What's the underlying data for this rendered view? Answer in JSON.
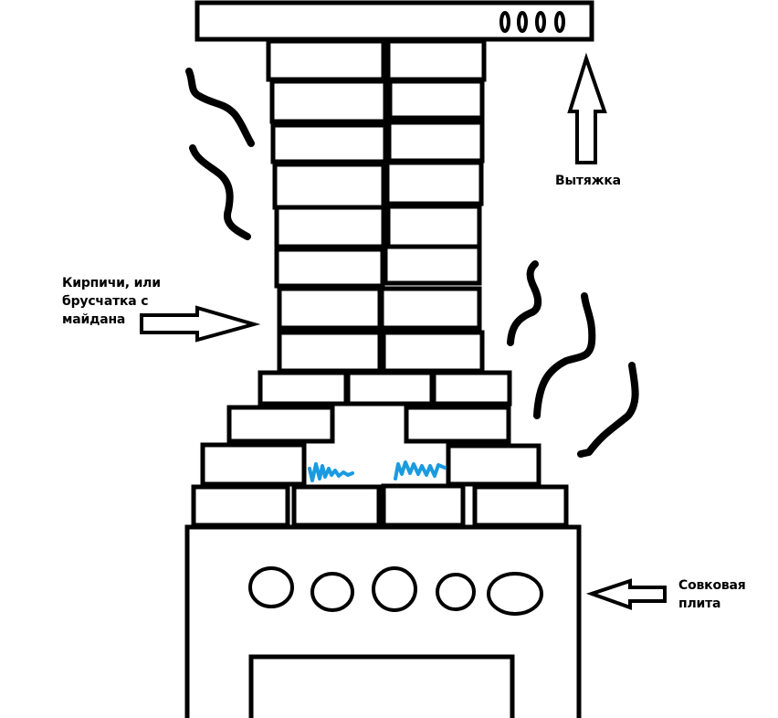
{
  "labels": {
    "bricks": "Кирпичи, или\nбрусчатка с\nмайдана",
    "hood": "Вытяжка",
    "stove": "Совковая\nплита"
  },
  "colors": {
    "stroke": "#000000",
    "flame": "#1a9be0",
    "background": "#ffffff"
  },
  "components": {
    "hood": {
      "knob_count": 4
    },
    "chimney": {
      "rows": 8,
      "bricks_per_row": 2
    },
    "firebox_rows": 4,
    "stove": {
      "burner_count": 5,
      "has_oven_door": true
    },
    "smoke_squiggles": 5,
    "flames": 2,
    "arrows": [
      "up (hood)",
      "right (bricks)",
      "left (stove)"
    ]
  }
}
